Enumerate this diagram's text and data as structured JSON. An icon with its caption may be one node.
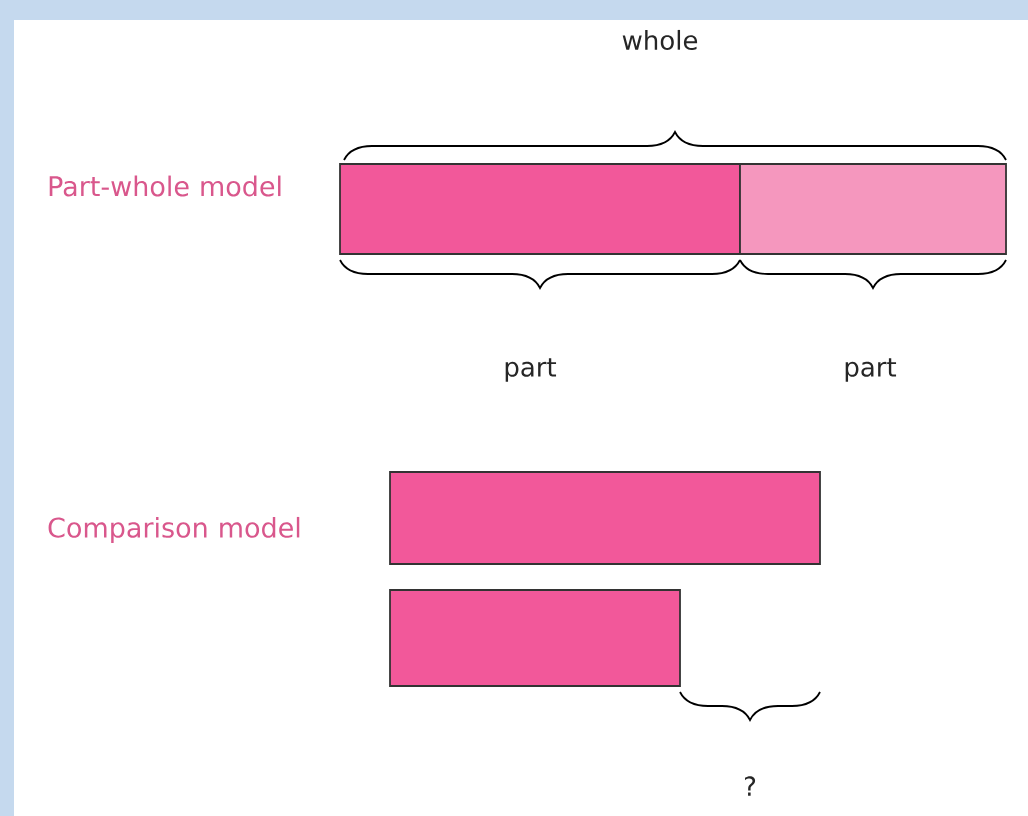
{
  "diagram": {
    "nodes": [
      {
        "text": [],
        "shape": "bar"
      },
      {
        "text": [],
        "shape": "bar"
      },
      {
        "text": [],
        "shape": "bar"
      },
      {
        "text": [],
        "shape": "bar"
      }
    ],
    "labels": [
      "whole",
      "Part-whole model",
      "part",
      "part",
      "Comparison model",
      "?"
    ]
  }
}
